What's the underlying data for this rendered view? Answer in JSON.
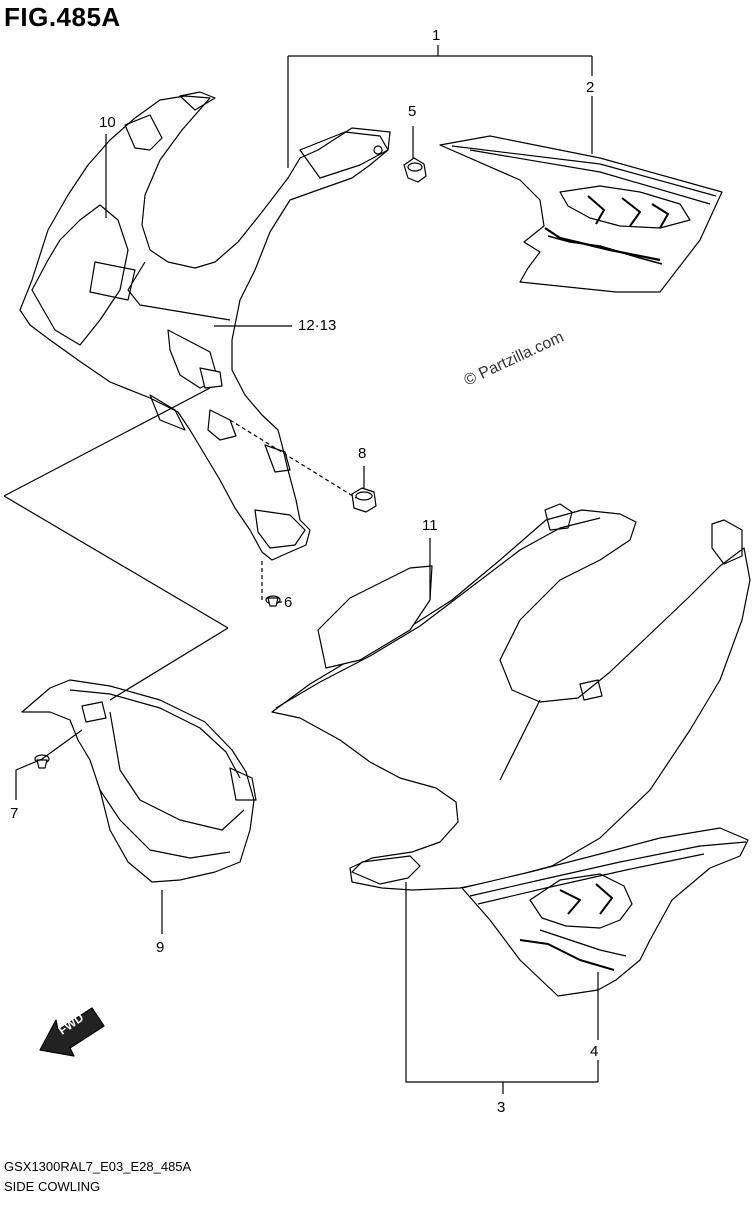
{
  "figure": {
    "title": "FIG.485A",
    "watermark": "© Partzilla.com",
    "code": "GSX1300RAL7_E03_E28_485A",
    "name": "SIDE COWLING",
    "fwd": "FWD"
  },
  "callouts": [
    "1",
    "2",
    "3",
    "4",
    "5",
    "6",
    "7",
    "8",
    "9",
    "10",
    "11",
    "12·13"
  ],
  "colors": {
    "line": "#000000",
    "background": "#ffffff",
    "shade": "#222222"
  }
}
